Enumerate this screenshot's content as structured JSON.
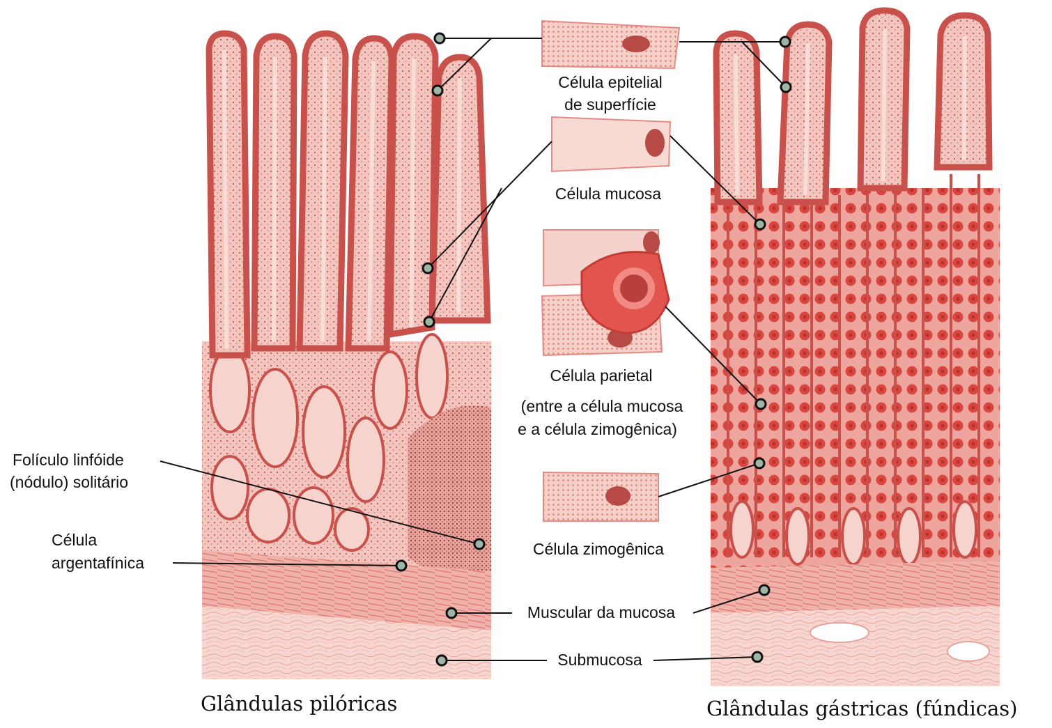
{
  "figure": {
    "panel_left_caption": "Glândulas pilóricas",
    "panel_right_caption": "Glândulas gástricas (fúndicas)",
    "cell_labels": {
      "surface_epithelial_1": "Célula epitelial",
      "surface_epithelial_2": "de superfície",
      "mucous": "Célula mucosa",
      "parietal": "Célula parietal",
      "parietal_note_1": "(entre a célula mucosa",
      "parietal_note_2": "e a célula zimogênica)",
      "zymogenic": "Célula zimogênica"
    },
    "layer_labels": {
      "lymphoid_1": "Folículo linfóide",
      "lymphoid_2": "(nódulo) solitário",
      "argentaffin_1": "Célula",
      "argentaffin_2": "argentafínica",
      "muscularis": "Muscular da mucosa",
      "submucosa": "Submucosa"
    },
    "colors": {
      "tissue_light": "#f3c5bf",
      "tissue_mid": "#e79189",
      "tissue_dark": "#c9514c",
      "nucleus": "#b84a45",
      "marker": "#0f0f0f",
      "marker_center": "#9fb5a6"
    }
  }
}
